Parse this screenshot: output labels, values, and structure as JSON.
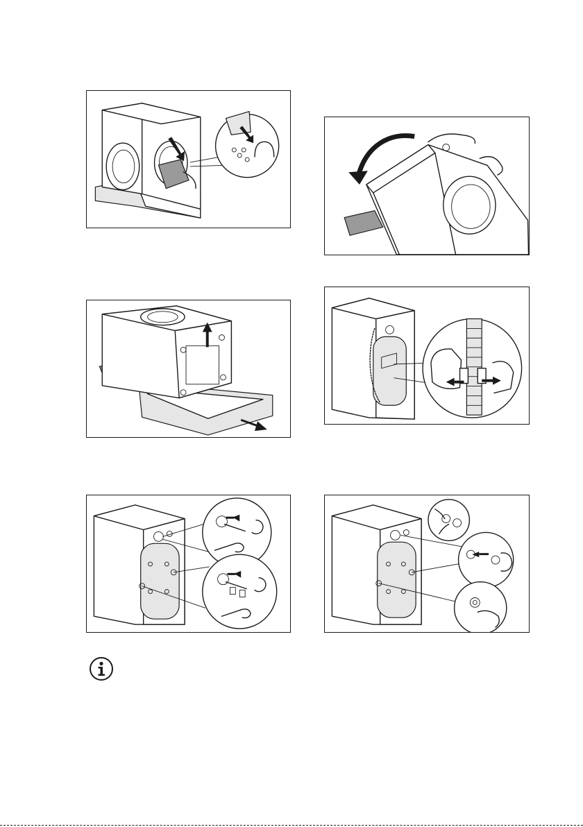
{
  "page": {
    "panels": [
      {
        "step": "remove-accessory-bag",
        "icon": "washing-machine-accessory-bag-illustration"
      },
      {
        "step": "tilt-machine-onto-back",
        "icon": "washing-machine-tilt-illustration"
      },
      {
        "step": "lift-machine-off-base",
        "icon": "washing-machine-base-removal-illustration"
      },
      {
        "step": "release-hose-clips",
        "icon": "hose-clip-removal-illustration"
      },
      {
        "step": "unscrew-transit-bolts",
        "icon": "transit-bolt-removal-illustration"
      },
      {
        "step": "insert-cover-caps",
        "icon": "cover-cap-insertion-illustration"
      }
    ],
    "note": {
      "icon": "info-icon"
    },
    "footer": {
      "rule": "dashed"
    }
  }
}
